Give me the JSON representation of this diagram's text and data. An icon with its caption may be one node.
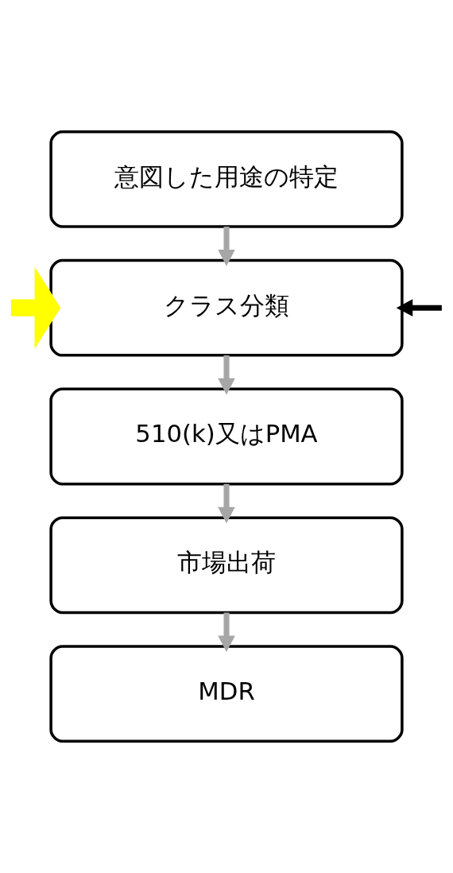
{
  "diagram": {
    "nodes": [
      {
        "text": [
          "意図した用途の特定"
        ]
      },
      {
        "text": [
          "クラス分類"
        ]
      },
      {
        "text": [
          "510(k)又はPMA"
        ]
      },
      {
        "text": [
          "市場出荷"
        ]
      },
      {
        "text": [
          "MDR"
        ]
      }
    ],
    "edges": [
      {
        "from": 0,
        "to": 1,
        "arrow": "to"
      },
      {
        "from": null,
        "to": 1,
        "arrow": "to",
        "style": "thick",
        "color": "#ffff00"
      },
      {
        "from": null,
        "to": 1,
        "arrow": "to",
        "color": "#000000"
      },
      {
        "from": 1,
        "to": 2,
        "arrow": "to"
      },
      {
        "from": 2,
        "to": 3,
        "arrow": "to"
      },
      {
        "from": 3,
        "to": 4,
        "arrow": "to"
      }
    ]
  }
}
